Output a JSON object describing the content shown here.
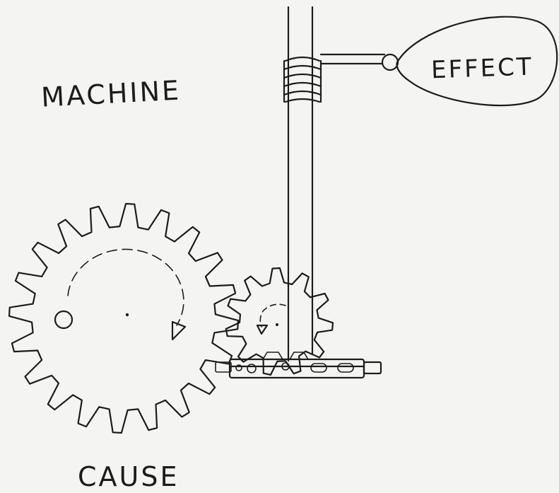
{
  "labels": {
    "machine": "MACHINE",
    "effect": "EFFECT",
    "cause": "CAUSE"
  },
  "colors": {
    "paper": "#f4f4f2",
    "ink": "#1c1c1c"
  }
}
